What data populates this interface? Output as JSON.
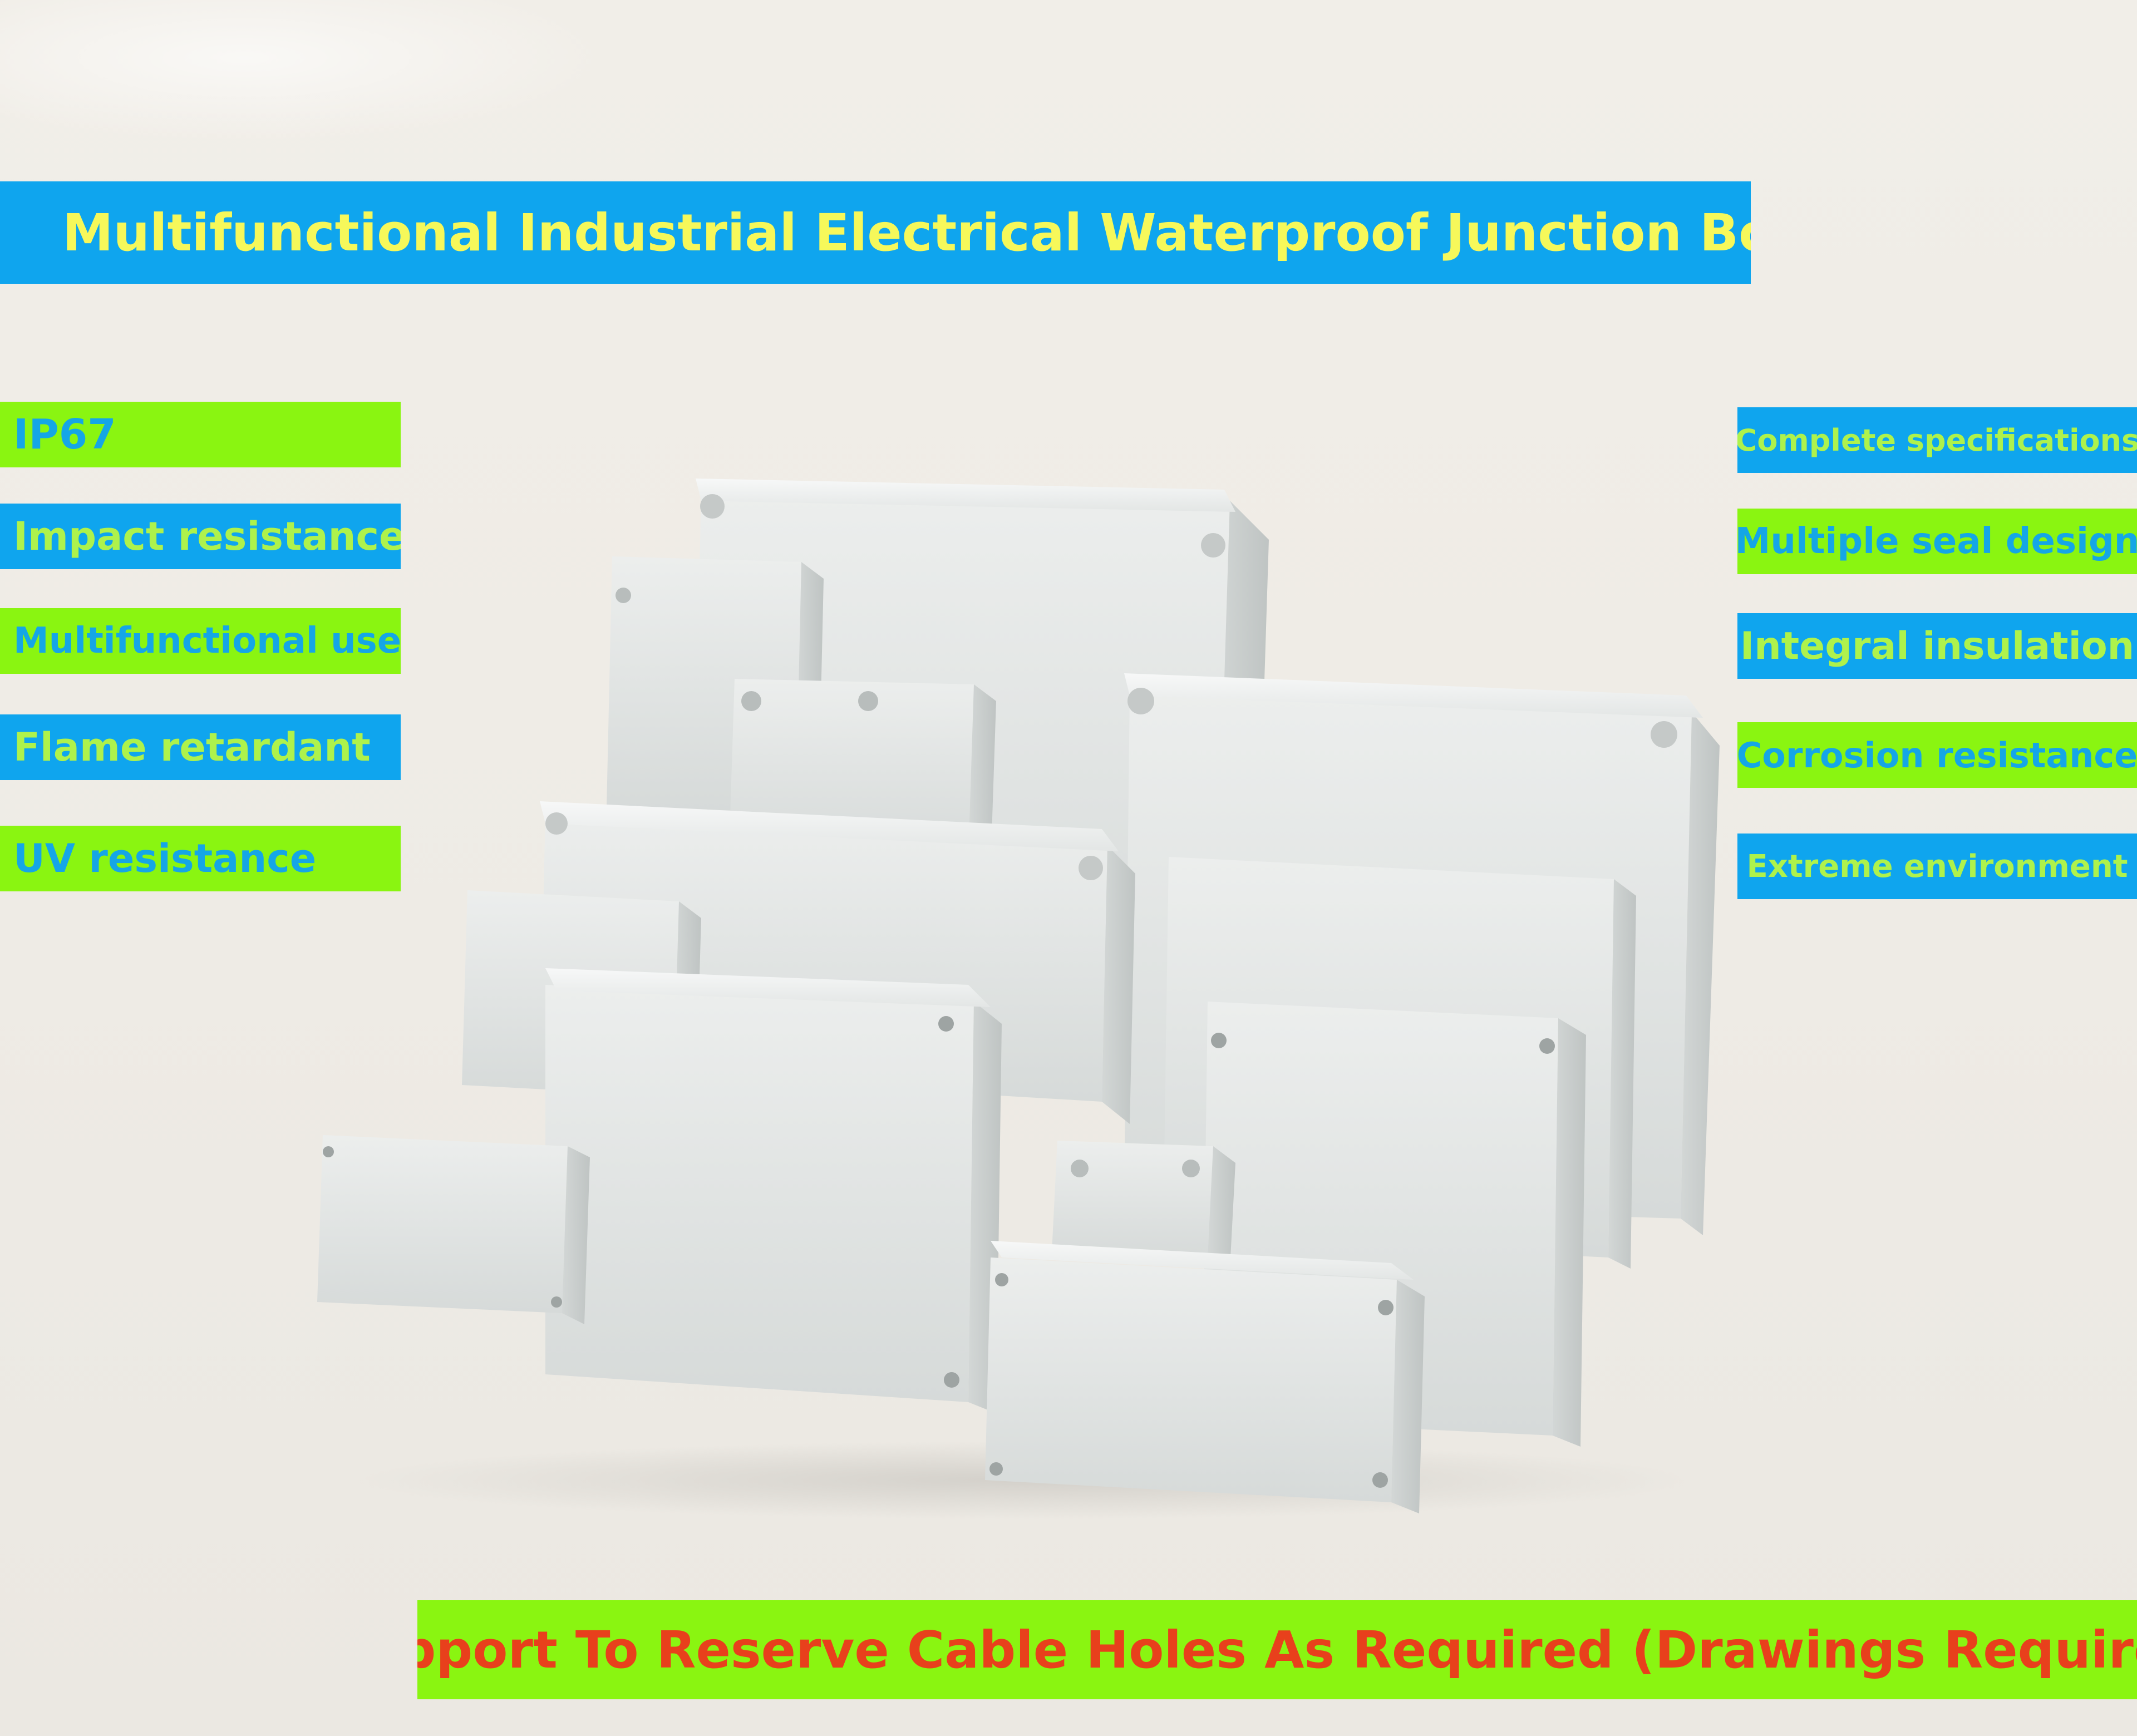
{
  "title": "Multifunctional Industrial Electrical Waterproof Junction Box",
  "left_features": [
    "IP67",
    "Impact resistance",
    "Multifunctional use",
    "Flame retardant",
    "UV resistance"
  ],
  "right_features": [
    "Complete specifications",
    "Multiple seal design",
    "Integral insulation",
    "Corrosion resistance",
    "Extreme environment"
  ],
  "footer": "Support To Reserve Cable Holes As Required (Drawings Required)",
  "colors": {
    "blue_banner": "#0fa5ee",
    "green_banner": "#8af511",
    "title_text": "#f6f85a",
    "footer_text": "#e8401c"
  },
  "image": {
    "subject": "stack-of-grey-junction-boxes-icon"
  }
}
